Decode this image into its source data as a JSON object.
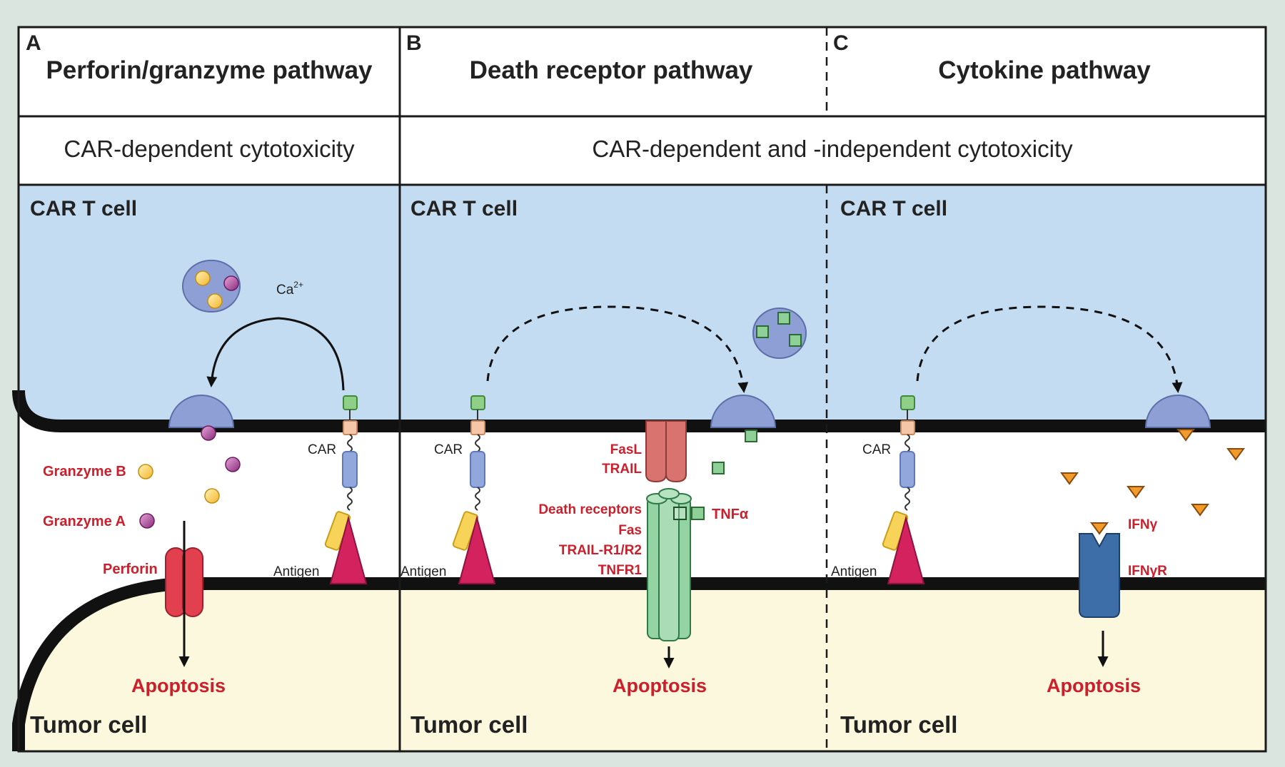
{
  "panels": [
    {
      "letter": "A",
      "title": "Perforin/granzyme pathway"
    },
    {
      "letter": "B",
      "title": "Death receptor pathway"
    },
    {
      "letter": "C",
      "title": "Cytokine pathway"
    }
  ],
  "subtitles": {
    "a": "CAR-dependent cytotoxicity",
    "bc": "CAR-dependent and -independent cytotoxicity"
  },
  "car_t_cell": "CAR T cell",
  "tumor_cell": "Tumor cell",
  "labels": {
    "ca": "Ca",
    "ca_sup": "2+",
    "car": "CAR",
    "antigen": "Antigen",
    "granzyme_b": "Granzyme B",
    "granzyme_a": "Granzyme A",
    "perforin": "Perforin",
    "apoptosis": "Apoptosis",
    "fasl": "FasL",
    "trail": "TRAIL",
    "death_receptors": "Death receptors",
    "fas": "Fas",
    "trail_r": "TRAIL-R1/R2",
    "tnfr1": "TNFR1",
    "tnfa": "TNFα",
    "ifng": "IFNγ",
    "ifngr": "IFNγR"
  },
  "colors": {
    "t_cell": "#c4dcf2",
    "tumor": "#fbf8dd",
    "membrane": "#111111",
    "label_red": "#cc1f2b",
    "vesicle": "#8e9fd6",
    "car_spacer": "#f5c7a8",
    "car_head": "#8fcf87",
    "car_body": "#92a8dd",
    "scfv": "#f7d35a",
    "antigen": "#d3225d",
    "perforin": "#e2404f",
    "fasl": "#d9736f",
    "death_receptor": "#94d3a3",
    "tnf": "#8fcf98",
    "ifng": "#f19b2a",
    "ifngr": "#3d6ea8",
    "granzyme_b": "#f6c546",
    "granzyme_a": "#b23f9a"
  }
}
